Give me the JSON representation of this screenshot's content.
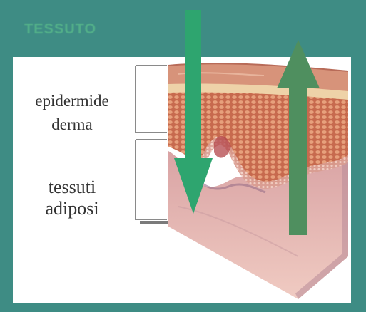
{
  "title": "TESSUTO",
  "labels": {
    "epidermis": "epidermide",
    "dermis": "derma",
    "adipose_line1": "tessuti",
    "adipose_line2": "adiposi"
  },
  "colors": {
    "frame": "#3e8c84",
    "arrow_down": "#2ea56f",
    "arrow_up": "#4f8f5f",
    "skin_surface": "#d99a7c",
    "adipose": "#e6b4ac"
  },
  "icons": {
    "down_arrow": "arrow-down-icon",
    "up_arrow": "arrow-up-icon"
  }
}
